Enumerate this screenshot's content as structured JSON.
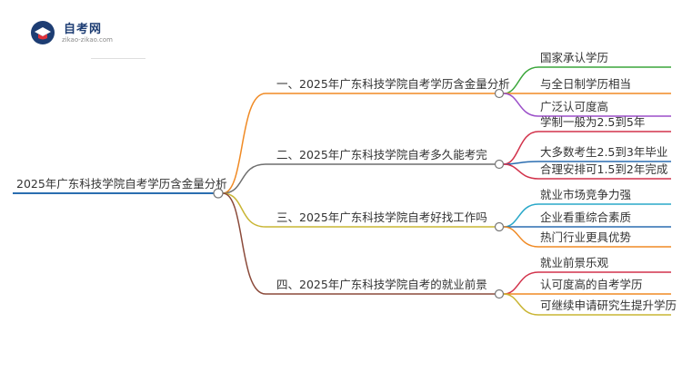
{
  "logo": {
    "title": "自考网",
    "subtitle": "zikao-zikao.com",
    "icon": "graduation-cap-icon",
    "colors": {
      "primary": "#1d3d73",
      "accent": "#e0323a"
    }
  },
  "root": {
    "label": "2025年广东科技学院自考学历含金量分析",
    "color": "#2a6db0"
  },
  "branches": [
    {
      "label": "一、2025年广东科技学院自考学历含金量分析",
      "color": "#f08a24",
      "leaves": [
        {
          "label": "国家承认学历",
          "color": "#3aa63a"
        },
        {
          "label": "与全日制学历相当",
          "color": "#f08a24"
        },
        {
          "label": "广泛认可度高",
          "color": "#9b4fc9"
        }
      ]
    },
    {
      "label": "二、2025年广东科技学院自考多久能考完",
      "color": "#6f6f6f",
      "leaves": [
        {
          "label": "学制一般为2.5到5年",
          "color": "#d2324b"
        },
        {
          "label": "大多数考生2.5到3年毕业",
          "color": "#2a6db0"
        },
        {
          "label": "合理安排可1.5到2年完成",
          "color": "#d2324b"
        }
      ]
    },
    {
      "label": "三、2025年广东科技学院自考好找工作吗",
      "color": "#c9b534",
      "leaves": [
        {
          "label": "就业市场竞争力强",
          "color": "#29a8c9"
        },
        {
          "label": "企业看重综合素质",
          "color": "#2a6db0"
        },
        {
          "label": "热门行业更具优势",
          "color": "#f08a24"
        }
      ]
    },
    {
      "label": "四、2025年广东科技学院自考的就业前景",
      "color": "#8b4a3a",
      "leaves": [
        {
          "label": "就业前景乐观",
          "color": "#d2324b"
        },
        {
          "label": "认可度高的自考学历",
          "color": "#f08a24"
        },
        {
          "label": "可继续申请研究生提升学历",
          "color": "#c9b534"
        }
      ]
    }
  ]
}
